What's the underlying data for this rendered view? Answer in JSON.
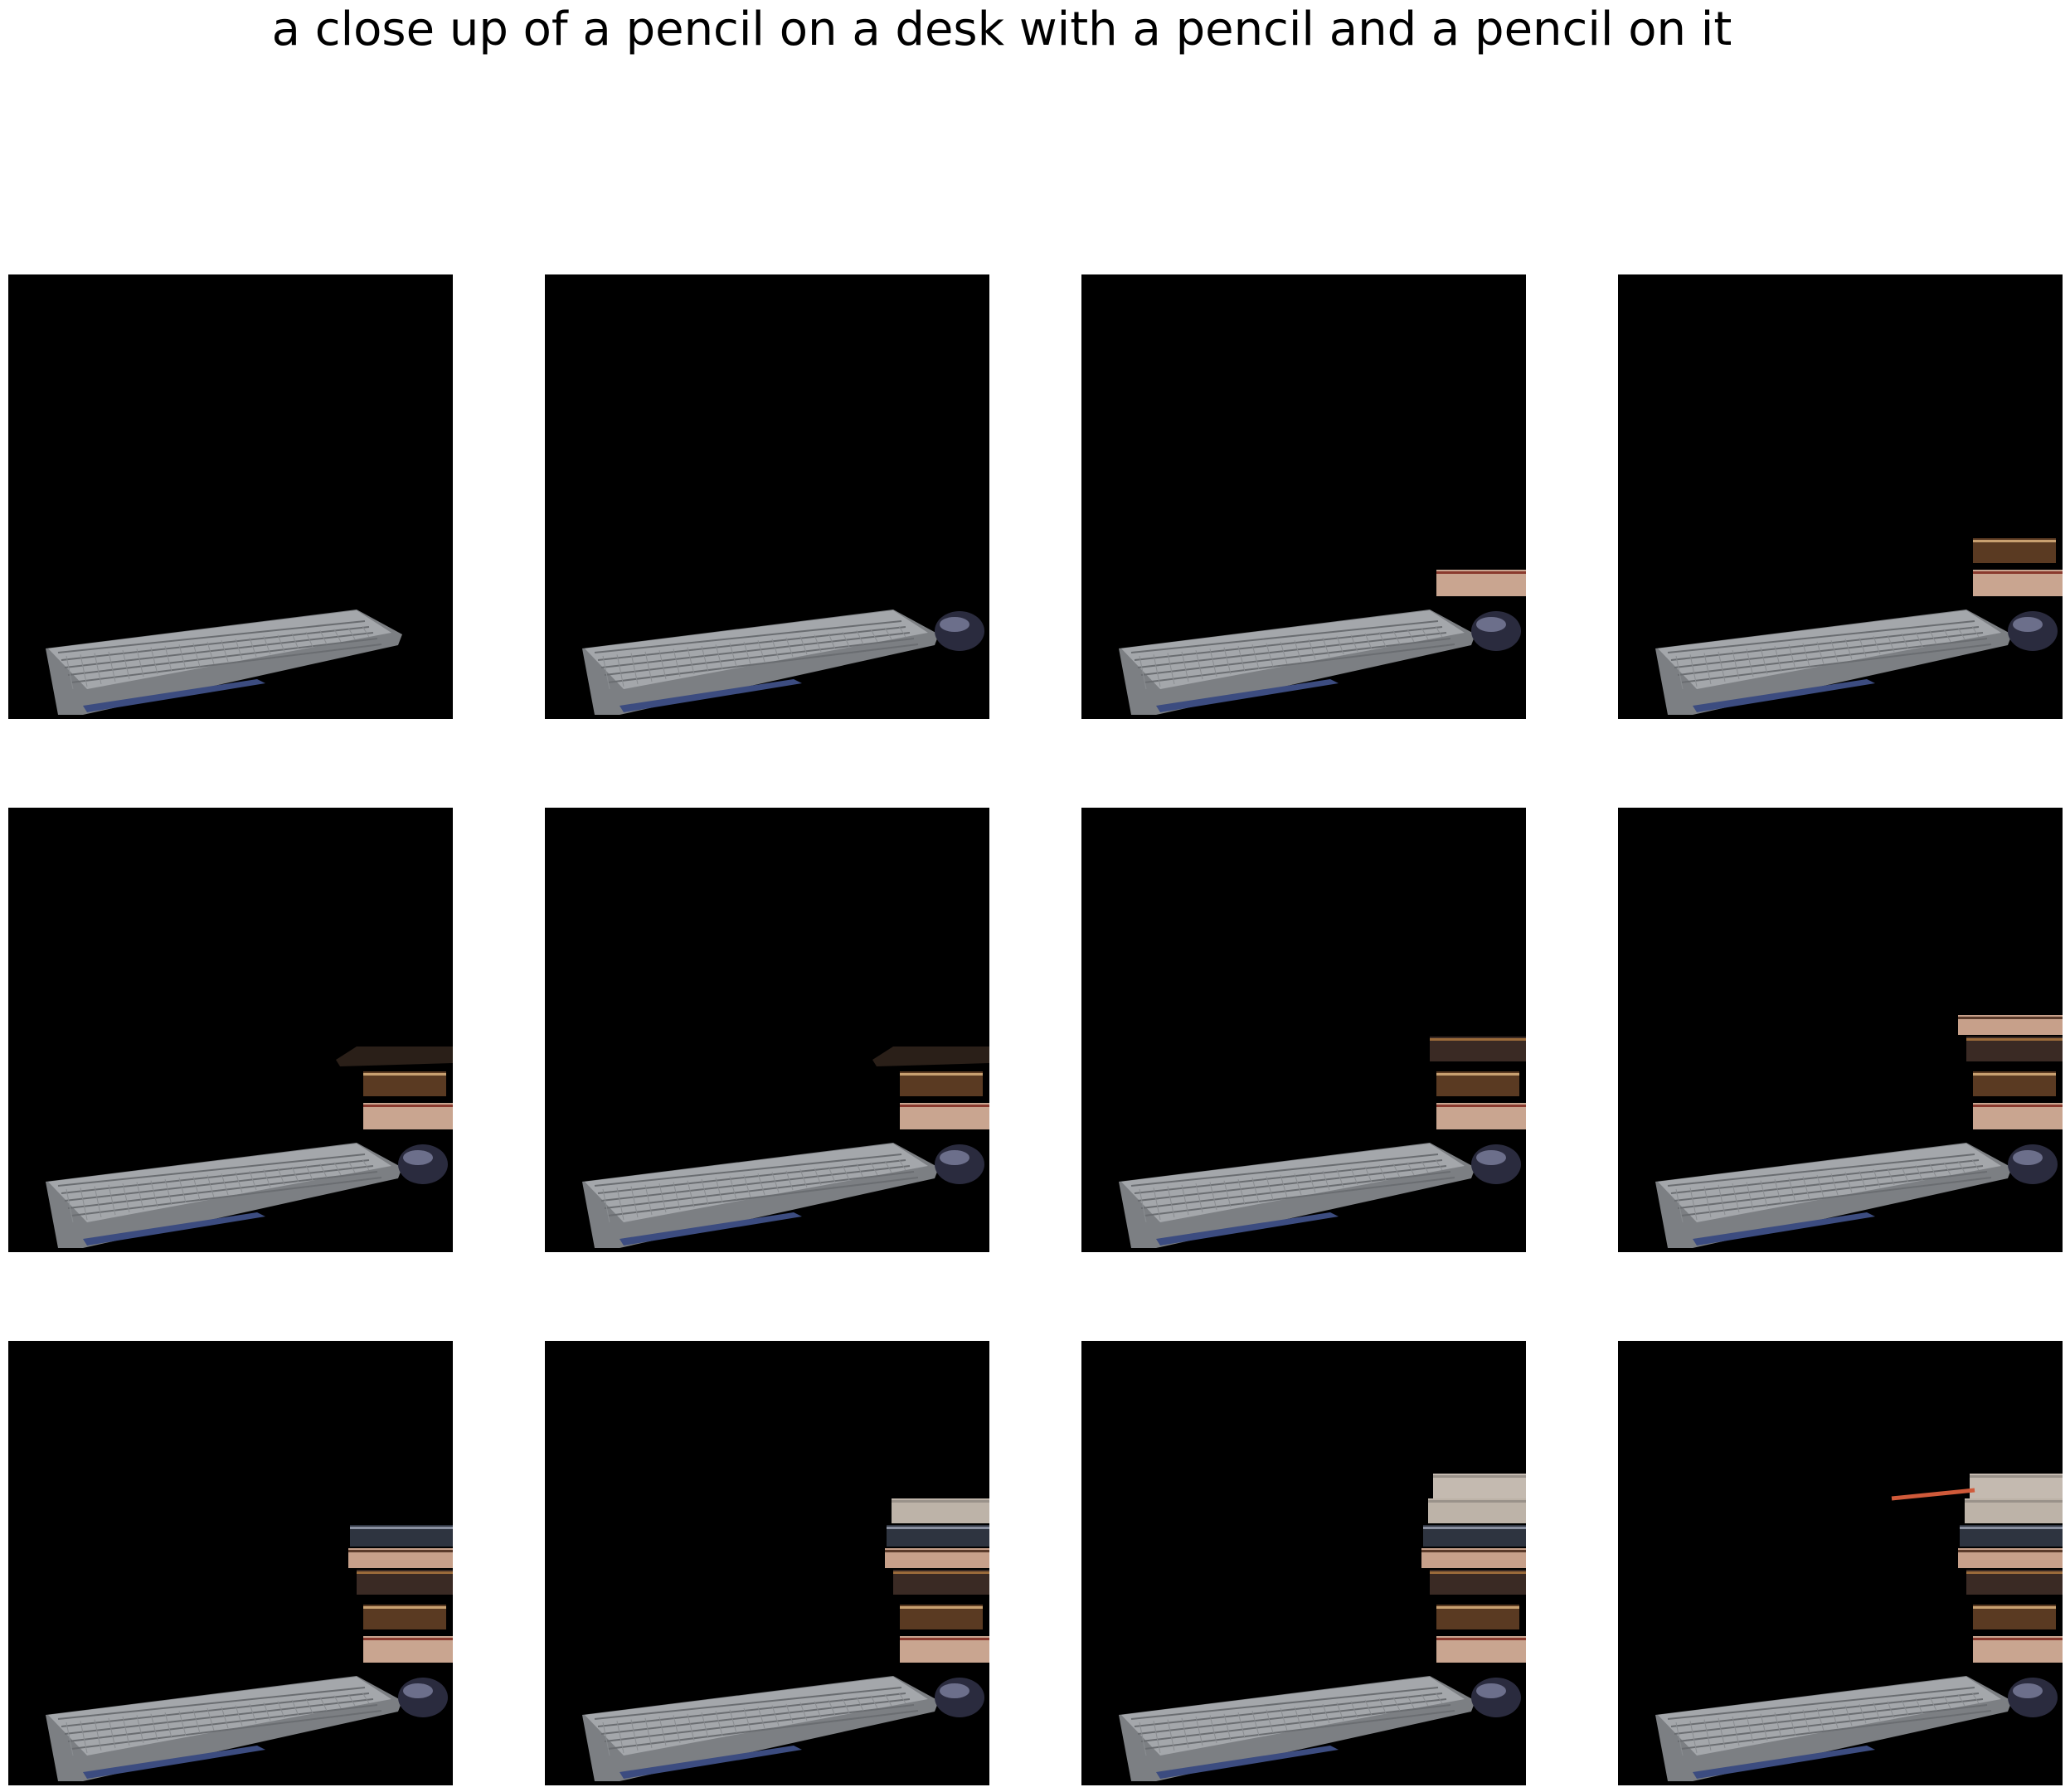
{
  "figure": {
    "title": "a close up of a pencil on a desk with a pencil and a pencil on it"
  },
  "panels": [
    {
      "step": 1,
      "objects": [
        "keyboard"
      ]
    },
    {
      "step": 2,
      "objects": [
        "keyboard",
        "mouse"
      ]
    },
    {
      "step": 3,
      "objects": [
        "keyboard",
        "mouse",
        "book-1"
      ]
    },
    {
      "step": 4,
      "objects": [
        "keyboard",
        "mouse",
        "book-1",
        "book-2"
      ]
    },
    {
      "step": 5,
      "objects": [
        "keyboard",
        "mouse",
        "book-1",
        "book-2",
        "dark-slab"
      ]
    },
    {
      "step": 6,
      "objects": [
        "keyboard",
        "mouse",
        "book-1",
        "book-2",
        "dark-slab"
      ]
    },
    {
      "step": 7,
      "objects": [
        "keyboard",
        "mouse",
        "book-1",
        "book-2",
        "book-3"
      ]
    },
    {
      "step": 8,
      "objects": [
        "keyboard",
        "mouse",
        "book-1",
        "book-2",
        "book-3",
        "book-4"
      ]
    },
    {
      "step": 9,
      "objects": [
        "keyboard",
        "mouse",
        "book-1",
        "book-2",
        "book-3",
        "book-4",
        "book-5"
      ]
    },
    {
      "step": 10,
      "objects": [
        "keyboard",
        "mouse",
        "book-1",
        "book-2",
        "book-3",
        "book-4",
        "book-5",
        "book-6"
      ]
    },
    {
      "step": 11,
      "objects": [
        "keyboard",
        "mouse",
        "book-1",
        "book-2",
        "book-3",
        "book-4",
        "book-5",
        "book-6",
        "book-7"
      ]
    },
    {
      "step": 12,
      "objects": [
        "keyboard",
        "mouse",
        "book-1",
        "book-2",
        "book-3",
        "book-4",
        "book-5",
        "book-6",
        "book-7",
        "pencil"
      ]
    }
  ]
}
